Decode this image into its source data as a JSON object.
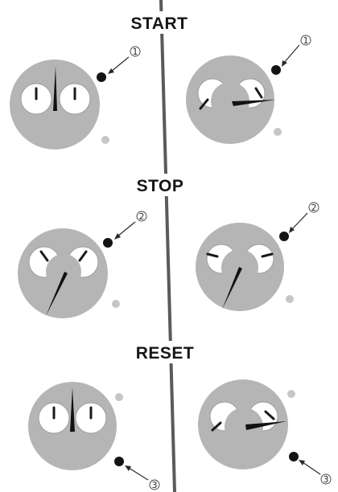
{
  "steps": [
    {
      "heading": "START",
      "left_callout": "1",
      "right_callout": "1"
    },
    {
      "heading": "STOP",
      "left_callout": "2",
      "right_callout": "2"
    },
    {
      "heading": "RESET",
      "left_callout": "3",
      "right_callout": "3"
    }
  ],
  "colors": {
    "face": "#b5b5b5",
    "hand": "#121212",
    "divider": "#5a5a5a",
    "sub_dial": "#ffffff"
  }
}
